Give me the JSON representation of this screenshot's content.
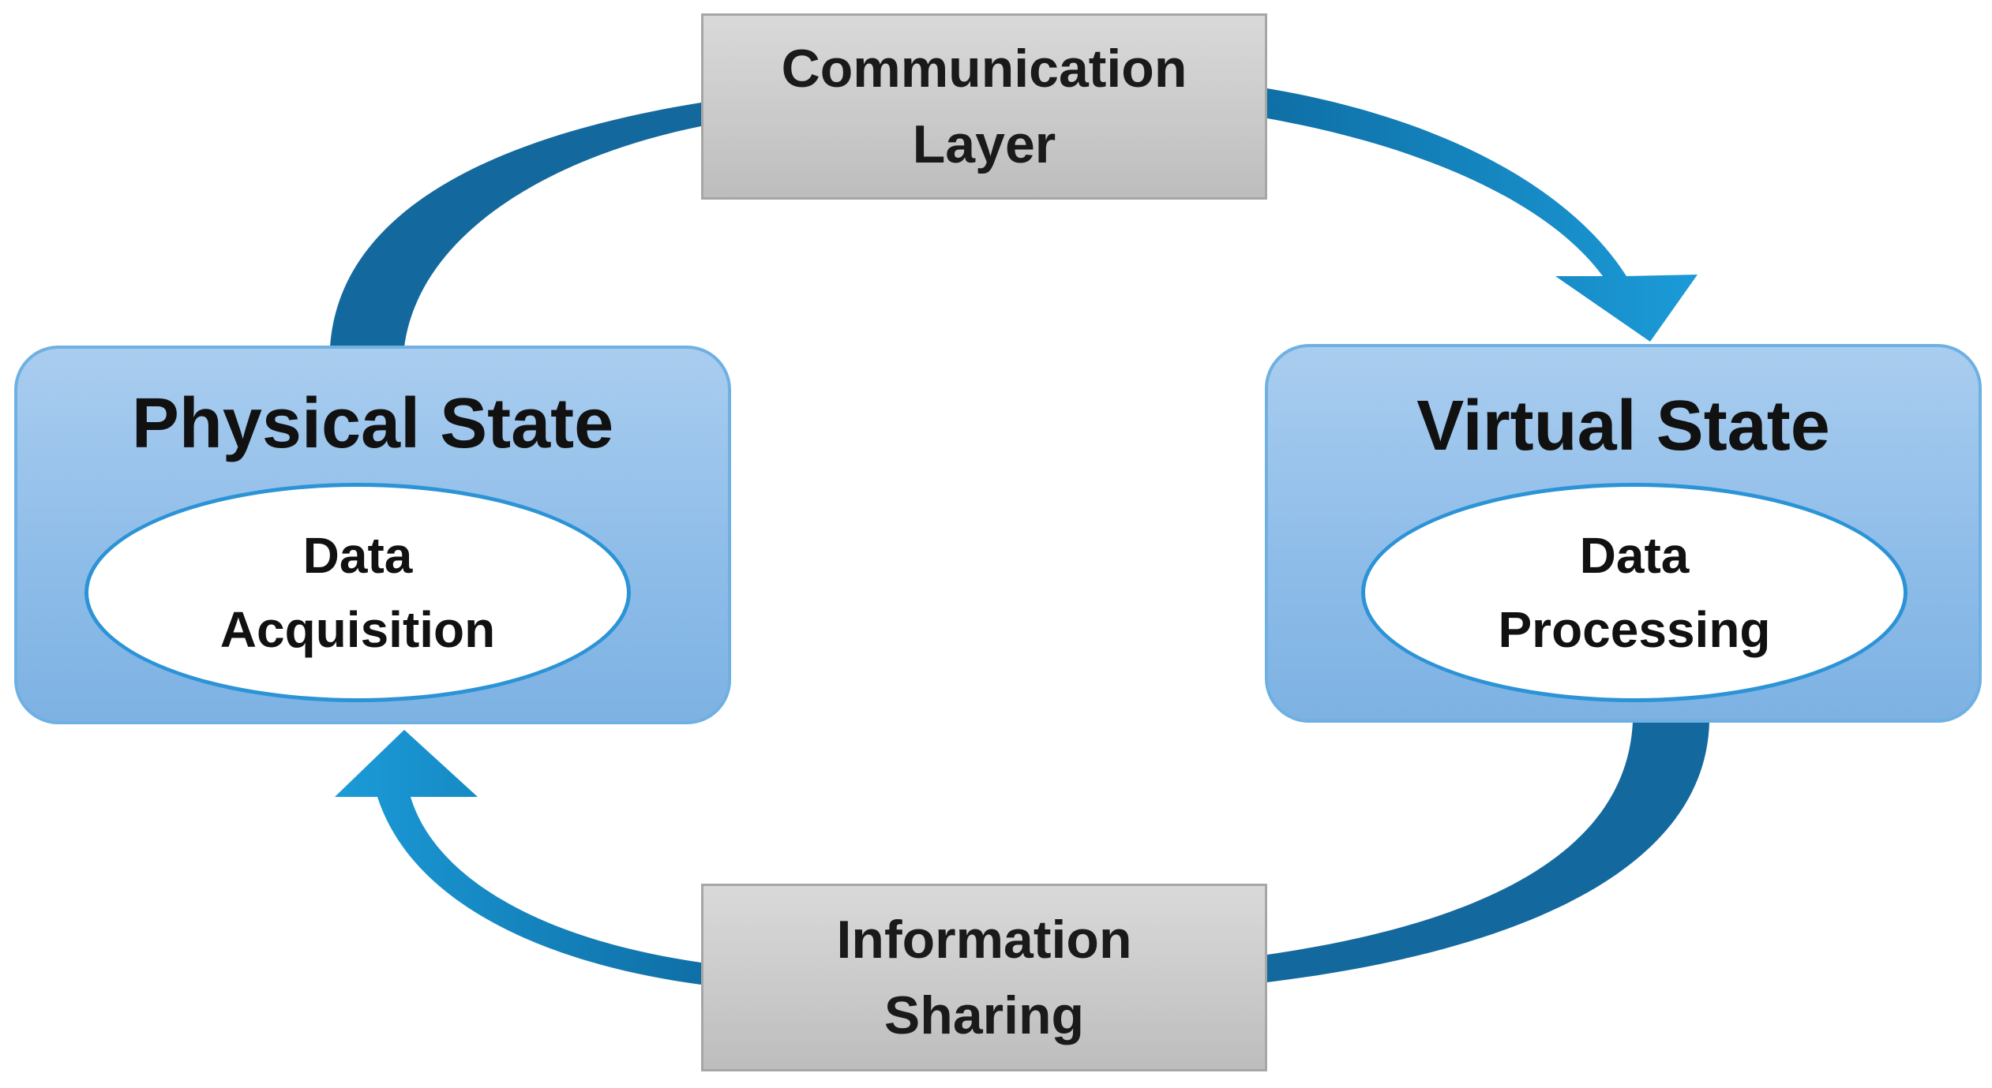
{
  "diagram": {
    "communication": {
      "line1": "Communication",
      "line2": "Layer"
    },
    "information": {
      "line1": "Information",
      "line2": "Sharing"
    },
    "physical": {
      "title": "Physical State",
      "inner": {
        "line1": "Data",
        "line2": "Acquisition"
      }
    },
    "virtual": {
      "title": "Virtual State",
      "inner": {
        "line1": "Data",
        "line2": "Processing"
      }
    }
  },
  "colors": {
    "arrow_light": "#1a9ad8",
    "arrow_dark": "#0f6fa6",
    "box_fill": "#8fbde9",
    "box_border": "#6fb0e3",
    "ellipse_border": "#2b93d6",
    "gray_fill": "#c9c9c9"
  }
}
